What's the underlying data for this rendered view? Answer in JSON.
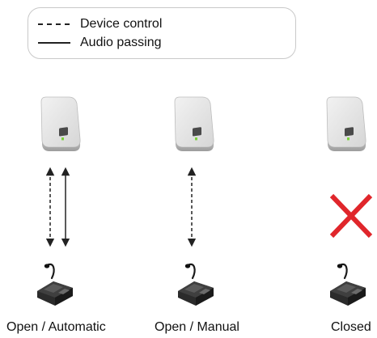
{
  "legend": {
    "dashed_label": "Device control",
    "solid_label": "Audio passing"
  },
  "states": [
    {
      "label": "Open / Automatic"
    },
    {
      "label": "Open / Manual"
    },
    {
      "label": "Closed"
    }
  ],
  "colors": {
    "cross": "#e0262b",
    "led": "#7cd23c",
    "line": "#222222"
  }
}
